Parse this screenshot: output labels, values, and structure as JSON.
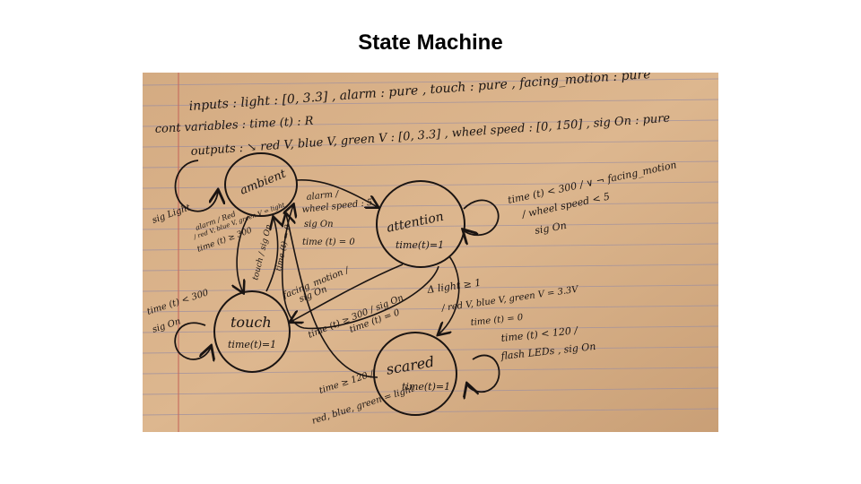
{
  "slide": {
    "title": "State Machine"
  },
  "header": {
    "inputs": "inputs :  light : [0, 3.3] ,  alarm : pure ,  touch : pure ,  facing_motion : pure",
    "cont_variables": "cont variables :  time (t) : R",
    "outputs": "outputs : ↘   red V, blue V, green V : [0, 3.3] ,  wheel speed : [0, 150] ,  sig On : pure"
  },
  "states": {
    "ambient": {
      "name": "ambient"
    },
    "attention": {
      "name": "attention",
      "dynamics": "time(t)=1"
    },
    "touch": {
      "name": "touch",
      "dynamics": "time(t)=1"
    },
    "scared": {
      "name": "scared",
      "dynamics": "time(t)=1"
    }
  },
  "transitions": {
    "ambient_self": "sig Light",
    "ambient_out_label": [
      "alarm / Red",
      "/ red V, blue V, green V = light",
      "time (t) ≥ 300"
    ],
    "ambient_to_attention": [
      "alarm /",
      "wheel speed : 5",
      "sig On",
      "time (t) = 0"
    ],
    "ambient_to_touch": "touch / sig On",
    "touch_to_ambient": "time (t) = 0",
    "attention_self": [
      "time (t) < 300 / ∨ ¬ facing_motion",
      "/ wheel speed < 5",
      "sig On"
    ],
    "attention_to_touch": [
      "facing_motion /",
      "sig On"
    ],
    "attention_to_ambient": [
      "time (t) ≥ 300 / sig On",
      "time (t) = 0"
    ],
    "attention_to_scared": [
      "Δ light ≥ 1",
      "/ red V, blue V, green V = 3.3V",
      "time (t) = 0"
    ],
    "touch_self": [
      "time (t) < 300",
      "sig On"
    ],
    "scared_self": [
      "time (t) < 120 /",
      "flash LEDs , sig On"
    ],
    "scared_to_ambient": [
      "time ≥ 120 /",
      "red, blue, green = light"
    ]
  },
  "colors": {
    "paper": "#dcb58c",
    "ink": "#1a1412",
    "rule": "#9d8fa0",
    "margin": "#c66b5e"
  }
}
